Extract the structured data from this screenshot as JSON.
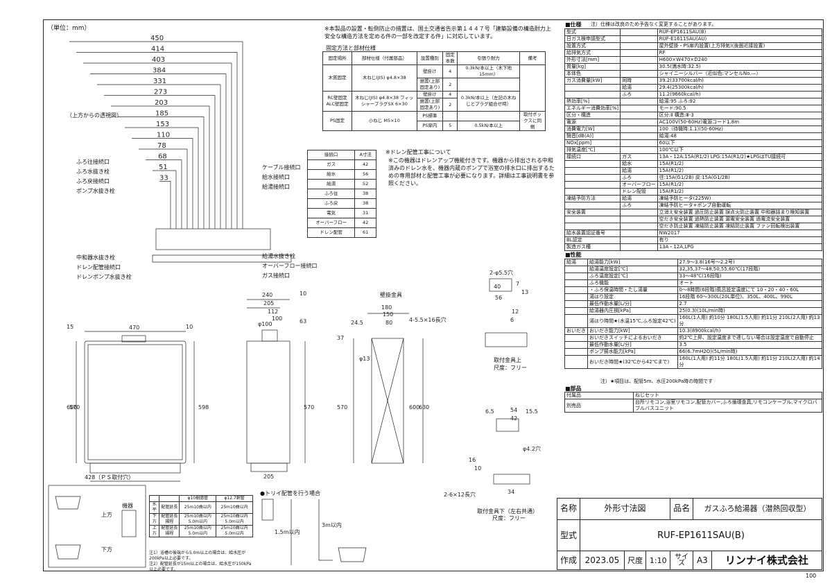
{
  "unit_label": "（単位：mm）",
  "notes": {
    "regulation": "※本製品の設置・転倒防止の措置は、国土交通省告示第１４４７号「建築設備の構造耐力上安全な構造方法を定める件の一部を改定する件」に対応しています。",
    "fix_title": "固定方法と部材仕様",
    "drain_title": "※ドレン配管工事について",
    "drain_body": "※この機器はドレンアップ機能付きです。機器から排出される中和済みのドレン水を、機器内蔵のポンプで浴室の排水口に排出するための専用部材と配管工事が必要になります。詳細は工事説明書を参照ください。",
    "top_view": "（上方からの透視図）",
    "wall_bracket": "壁掛金具",
    "bracket_fitting": "取付金具上",
    "scale_free": "尺度：フリー",
    "bracket_lower": "取付金具下（左右共通）",
    "scale_free2": "尺度：フリー",
    "trap": "●トリイ配管を行う場合",
    "pipe_note1": "注1）浴槽の後端から5.0m以上の場合は、給水圧が200kPa以上必要です。",
    "pipe_note2": "注2）配管延長が15m以上の場合は、給水圧が150kPa以上必要です。",
    "perf_note": "注）★項目は、配管5m、水圧200kPa時の時間です",
    "spec_header_note": "注）仕様は改良のため予告なく変更することがあります。",
    "ps_mount": "428（ＰＳ取付穴）",
    "page_num": "100"
  },
  "fix_table": {
    "headers": [
      "固定場所",
      "部材仕様（付属部品）",
      "設置種別",
      "固定本数",
      "引張り耐力",
      "備考"
    ],
    "rows": [
      [
        "木質固定",
        "木ねじ(JIS) φ4.8×38",
        "壁掛け",
        "4",
        "0.3kN/本以上（木下地15mm）",
        ""
      ],
      [
        "",
        "",
        "据置(上部固定あり)",
        "2",
        "",
        ""
      ],
      [
        "RC壁固定 ALC壁固定",
        "木ねじ(JIS) φ4.8×38 フィッシャープラグSX 6×30",
        "壁掛け",
        "4",
        "0.3kN/本以上（左記の木ねじとプラグ組合せ時）",
        ""
      ],
      [
        "",
        "",
        "据置(上部固定あり)",
        "2",
        "",
        ""
      ],
      [
        "PS固定",
        "小ねじ M5×10",
        "PS標準",
        "",
        "",
        "取付ボックスに同梱"
      ],
      [
        "",
        "",
        "PS扉内",
        "5",
        "0.5kN/本以上",
        ""
      ]
    ]
  },
  "conn_table": {
    "headers": [
      "接続口",
      "A寸法"
    ],
    "rows": [
      [
        "ガス",
        "42"
      ],
      [
        "給水",
        "56"
      ],
      [
        "給湯",
        "52"
      ],
      [
        "ふろ往",
        "38"
      ],
      [
        "ふろ戻",
        "38"
      ],
      [
        "電気",
        "31"
      ],
      [
        "オーバーフロー",
        "42"
      ],
      [
        "ドレン配管",
        "61"
      ]
    ]
  },
  "labels_left": [
    "ふろ往接続口",
    "ふろ水抜き栓",
    "ふろ戻接続口",
    "ポンプ水抜き栓",
    "中和器水抜き栓",
    "ドレン配管接続口",
    "ドレンポンプ水抜き栓"
  ],
  "labels_right": [
    "ケーブル接続口",
    "給水接続口",
    "給湯接続口",
    "給湯水抜き栓",
    "オーバーフロー接続口",
    "ガス接続口"
  ],
  "top_dims": [
    "450",
    "414",
    "403",
    "384",
    "331",
    "273",
    "203",
    "185",
    "153",
    "110",
    "78",
    "68",
    "51",
    "33"
  ],
  "spec_section": "■仕様",
  "spec": [
    [
      "型式",
      "",
      "RUF-EP1611SAU(B)"
    ],
    [
      "日ガス検申請型式",
      "",
      "RUF-E1611SAU(AU)"
    ],
    [
      "設置方式",
      "",
      "屋外壁掛・PS扉内設置(上方排気)(後面近接設置)"
    ],
    [
      "給排気方式",
      "",
      "RF"
    ],
    [
      "外形寸法[mm]",
      "",
      "H600×W470×D240"
    ],
    [
      "質量[kg]",
      "",
      "30.5(満水時:32.5)"
    ],
    [
      "本体色",
      "",
      "シャイニーシルバー（近似色:マンセルNo.―）"
    ],
    [
      "ガス消費量[kW]",
      "同時",
      "39.2(33700kcal/h)"
    ],
    [
      "",
      "給湯",
      "29.4(25300kcal/h)"
    ],
    [
      "",
      "ふろ",
      "11.2(9660kcal/h)"
    ],
    [
      "熱効率[%]",
      "",
      "給湯:95 ふろ:92"
    ],
    [
      "エネルギー消費効率[%]",
      "",
      "モード:90.5"
    ],
    [
      "区分・構造",
      "",
      "区分:Ⅱ 構造:Ⅲ-3"
    ],
    [
      "電源",
      "",
      "AC100V(50-60Hz)電源コード1.8m"
    ],
    [
      "消費電力[W]",
      "",
      "100（待機時:1.1)(50-60Hz)"
    ],
    [
      "騒音[dB(A)]",
      "",
      "給湯:48"
    ],
    [
      "NOx[ppm]",
      "",
      "60以下"
    ],
    [
      "排気温度[℃]",
      "",
      "100℃以下"
    ],
    [
      "接続口",
      "ガス",
      "13A・12A:15A(R1/2) LPG:15A(R1/2)★LPGはTU接続可"
    ],
    [
      "",
      "給水",
      "15A(R1/2)"
    ],
    [
      "",
      "給湯",
      "15A(R1/2)"
    ],
    [
      "",
      "ふろ",
      "往:15A(G1/2B) 戻:15A(G1/2B)"
    ],
    [
      "",
      "オーバーフロー",
      "15A(R1/2)"
    ],
    [
      "",
      "ドレン配管",
      "15A(R1/2)"
    ],
    [
      "凍結予防方法",
      "給湯",
      "凍結予防ヒータ(225W)"
    ],
    [
      "",
      "ふろ",
      "凍結予防ヒータ+ポンプ自動運転"
    ],
    [
      "安全装置",
      "",
      "立消え安全装置 過圧防止装置 誤点火防止装置 中和器詰まり検知装置"
    ],
    [
      "",
      "",
      "空だき安全装置 過熱防止装置 漏電安全装置 過電流安全装置"
    ],
    [
      "",
      "",
      "空だき防止装置 凍結防止装置 凍結防止装置 ファン回転検出装置"
    ],
    [
      "給水装置認証番号",
      "",
      "NW2017"
    ],
    [
      "BL認定",
      "",
      "有り"
    ],
    [
      "製造ガス種",
      "",
      "13A・12A,LPG"
    ]
  ],
  "perf_section": "■性能",
  "perf": [
    [
      "給湯",
      "給湯能力[kW]",
      "27.9～3.8(16号～2.2号)"
    ],
    [
      "",
      "給湯温度設定[℃]",
      "32,35,37～48,50,55,60℃(17段階)"
    ],
    [
      "",
      "ふろ温度設定[℃]",
      "33～48℃(16段階)"
    ],
    [
      "",
      "ふろ機能",
      "オート"
    ],
    [
      "",
      "・ふろ保温時間・たし湯量",
      "0～8時間(6段階)風呂設定温度にて 10・20・40・60L"
    ],
    [
      "",
      "湯はり設定",
      "16段階 60～300L(20L単位)、350L、400L、990L"
    ],
    [
      "",
      "最低作動水量[L/分]",
      "2.7"
    ],
    [
      "",
      "給湯器内圧損[kPa]",
      "25(0.3)(10L/min時)"
    ],
    [
      "",
      "湯はり時間★(水温15℃,ふろ設定42℃)",
      "160L(1人用) 約10分 180L(1.5人用) 約11分 210L(2人用) 約13分"
    ],
    [
      "おいだき",
      "おいだき能力[kW]",
      "10.3(8900kcal/h)"
    ],
    [
      "",
      "おいだきスイッチによるおいだき",
      "約2℃上昇、設定温度まで達しない場合は設定温度で自動停止"
    ],
    [
      "",
      "最低作動水量[L/分]",
      "3.5"
    ],
    [
      "",
      "ポンプ揚水能力[kPa]",
      "66(6.7mH2O)(5L/min時)"
    ],
    [
      "",
      "おいだき時間★(32℃から42℃まで)",
      "160L(1人用) 約11分 180L(1.5人用) 約11分 210L(2人用) 約14分"
    ]
  ],
  "parts_section": "■部品",
  "parts": [
    [
      "付属品",
      "ねじセット"
    ],
    [
      "別売品",
      "台所リモコン,浴室リモコン,配管カバー,ふろ循環金具,リモコンケーブル,マイクロバブルバスユニット"
    ]
  ],
  "title_block": {
    "name_label": "名称",
    "name": "外形寸法図",
    "product_label": "品名",
    "product": "ガスふろ給湯器（潜熱回収型）",
    "model_label": "型式",
    "model": "RUF-EP1611SAU(B)",
    "date_label": "作成",
    "date": "2023.05",
    "scale_label": "尺度",
    "scale": "1:10",
    "size_label": "サイズ",
    "size": "A3",
    "company": "リンナイ株式会社"
  },
  "pipe_table": {
    "headers": [
      "",
      "",
      "φ10樹脂管",
      "φ12.7銅管"
    ],
    "rows": [
      [
        "水平",
        "配管延長",
        "25m10曲以内",
        "25m10曲以内"
      ],
      [
        "下方",
        "配管延長 揚程",
        "25m10曲以内 5.0m以内",
        "25m10曲以内 5.0m以内"
      ],
      [
        "上方",
        "配管延長 揚程",
        "25m10曲以内 5.0m以内",
        "25m10曲以内 5.0m以内"
      ]
    ]
  },
  "front_dims": {
    "w": "470",
    "h": "600",
    "h2": "570",
    "h3": "598",
    "side": "15",
    "side2": "10",
    "base": "428"
  },
  "side_dims": {
    "d": "240",
    "d2": "205",
    "d3": "112",
    "d4": "100",
    "d5": "63",
    "d6": "205",
    "h": "570",
    "h2": "600",
    "top": "10",
    "phi": "φ100"
  },
  "bracket_dims": {
    "w": "180",
    "w2": "150",
    "w3": "80",
    "hole": "4-5.5×16長穴",
    "d": "24.5",
    "h1": "37",
    "h2": "570",
    "h3": "600",
    "h4": "630",
    "phi": "φ13"
  },
  "detail_dims": {
    "holes": "2-φ5.5穴",
    "a": "40",
    "b": "56",
    "c": "7",
    "d": "13",
    "e": "12",
    "f": "6",
    "g": "54",
    "h": "42",
    "i": "6.5",
    "j": "15.5",
    "k": "φ4.2穴",
    "l": "16",
    "m": "10",
    "n": "34",
    "o": "2-6×12長穴"
  },
  "trap_dims": {
    "up": "上方",
    "down": "下方",
    "equip": "機器",
    "l1": "1.5m以内",
    "l2": "3m以内"
  }
}
